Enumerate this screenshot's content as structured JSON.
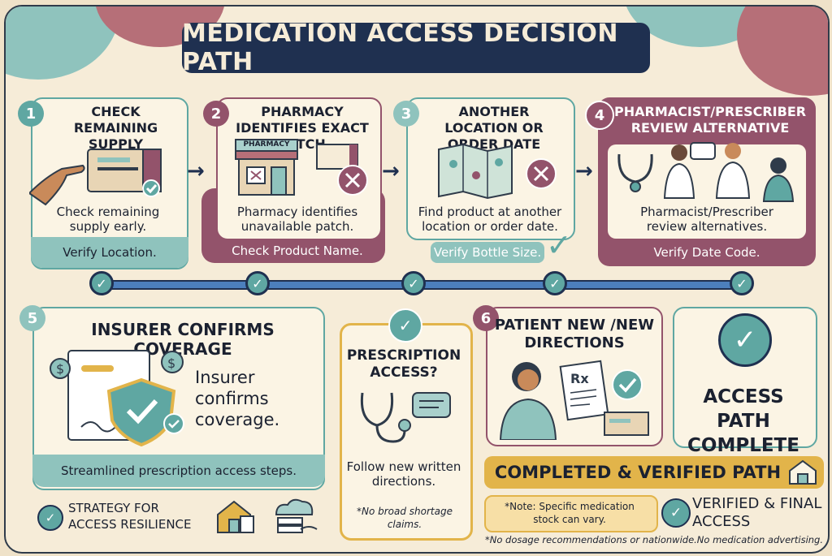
{
  "title": "MEDICATION ACCESS DECISION PATH",
  "steps": [
    {
      "num": "1",
      "title": "CHECK REMAINING SUPPLY",
      "body": "Check remaining supply early.",
      "footer": "Verify Location."
    },
    {
      "num": "2",
      "title": "PHARMACY IDENTIFIES EXACT PATCH",
      "body": "Pharmacy identifies unavailable patch.",
      "footer": "Check Product Name.",
      "sign": "PHARMACY"
    },
    {
      "num": "3",
      "title": "ANOTHER LOCATION OR ORDER DATE",
      "body": "Find product at another location or order date.",
      "footer": "Verify Bottle Size."
    },
    {
      "num": "4",
      "title": "PHARMACIST/PRESCRIBER REVIEW ALTERNATIVE",
      "body": "Pharmacist/Prescriber review alternatives.",
      "footer": "Verify Date Code."
    }
  ],
  "step5": {
    "num": "5",
    "title": "INSURER CONFIRMS COVERAGE",
    "body": "Insurer confirms coverage.",
    "footer": "Streamlined prescription access steps."
  },
  "rx_access": {
    "title": "PRESCRIPTION ACCESS?",
    "body": "Follow new written directions.",
    "note": "*No broad shortage claims."
  },
  "step6": {
    "num": "6",
    "title": "PATIENT NEW ∕NEW DIRECTIONS"
  },
  "complete": {
    "label": "ACCESS PATH COMPLETE"
  },
  "completed_banner": "COMPLETED & VERIFIED PATH",
  "strategy": "STRATEGY FOR ACCESS RESILIENCE",
  "note": "*Note: Specific medication stock can vary.",
  "verified": "VERIFIED & FINAL ACCESS",
  "disclaimer": "*No dosage recommendations or nationwide.No medication advertising.",
  "colors": {
    "teal": "#5fa7a2",
    "maroon": "#93536b",
    "navy": "#1f3050",
    "gold": "#e2b44a",
    "cream": "#fbf4e4"
  }
}
